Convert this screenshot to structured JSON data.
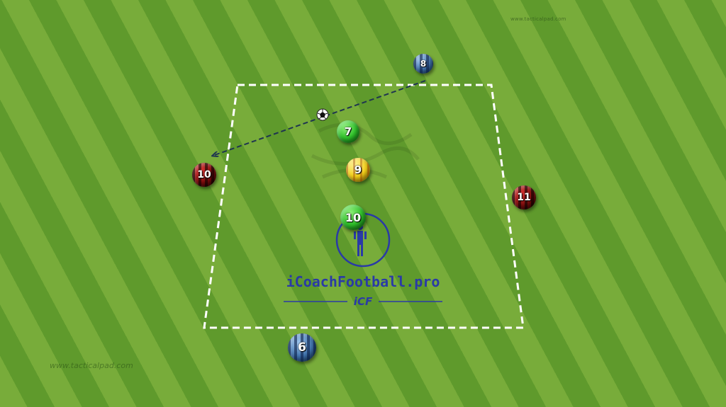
{
  "watermarks": {
    "top_right": "www.tacticalpad.com",
    "bottom_left": "www.tacticalpad.com"
  },
  "branding": {
    "name": "iCoachFootball.pro",
    "short": "iCF",
    "color": "#2a3aa6"
  },
  "colors": {
    "pitch_light": "#78ac3a",
    "pitch_dark": "#5f9a2c",
    "line": "#ffffff",
    "pass_arrow": "#1f3550"
  },
  "players": [
    {
      "id": "blue-8",
      "team": "blue",
      "number": "8"
    },
    {
      "id": "green-7",
      "team": "green",
      "number": "7"
    },
    {
      "id": "red-10",
      "team": "red",
      "number": "10"
    },
    {
      "id": "yellow-9",
      "team": "yellow",
      "number": "9"
    },
    {
      "id": "red-11",
      "team": "red",
      "number": "11"
    },
    {
      "id": "green-10",
      "team": "green",
      "number": "10"
    },
    {
      "id": "blue-6",
      "team": "blue",
      "number": "6"
    }
  ],
  "ball": {
    "icon": "soccer-ball-icon"
  },
  "pass": {
    "from": "blue-8",
    "to": "red-10",
    "style": "dashed-arrow"
  },
  "coach": {
    "icon": "coach-figure-icon"
  }
}
